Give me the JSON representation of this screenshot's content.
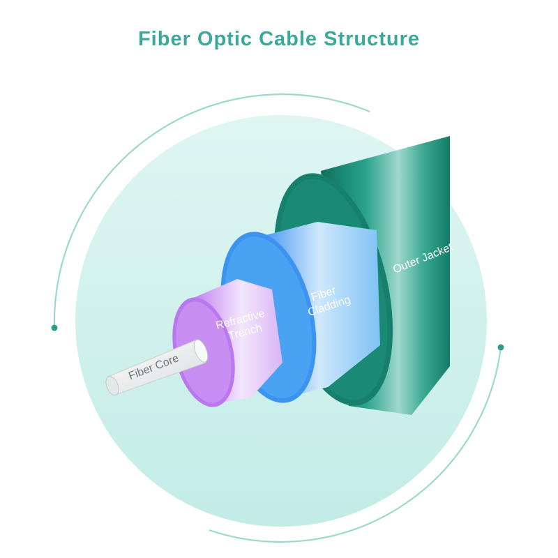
{
  "title": "Fiber Optic Cable Structure",
  "colors": {
    "title": "#3aa99a",
    "background_disc": "#d2f2ee",
    "ring": "#9bd9cf",
    "accent_dot": "#2d9c8c",
    "outer_jacket": "#16806c",
    "fiber_cladding": "#4aa3f2",
    "refractive_trench": "#c98ef2",
    "fiber_core": "#f1f3f3"
  },
  "layers": {
    "outer_jacket": "Outer Jacket",
    "fiber_cladding": [
      "Fiber",
      "Cladding"
    ],
    "refractive_trench": [
      "Refractive",
      "Trench"
    ],
    "fiber_core": "Fiber Core"
  }
}
